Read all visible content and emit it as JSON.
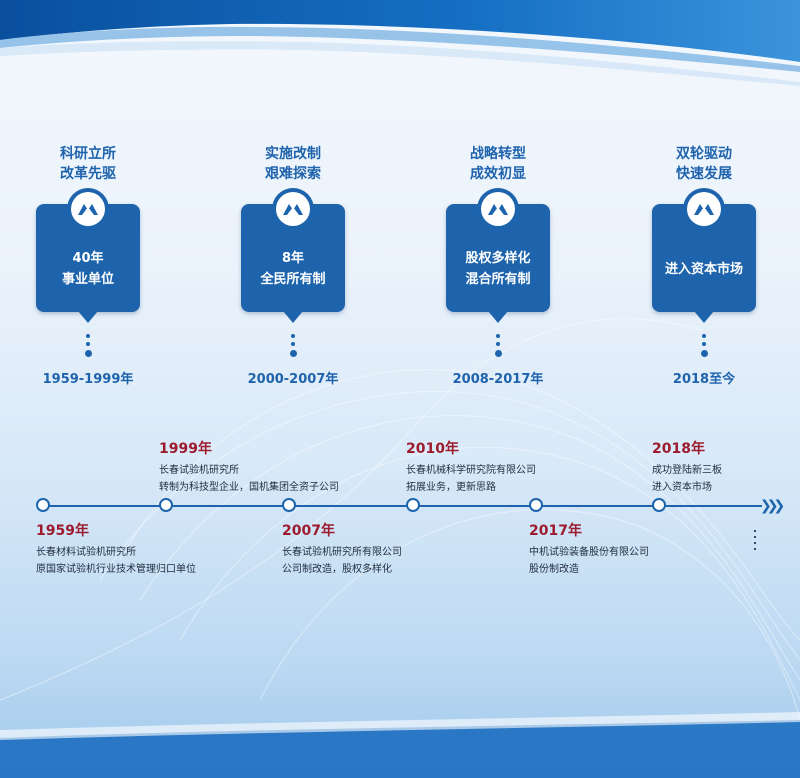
{
  "stages": [
    {
      "title1": "科研立所",
      "title2": "改革先驱",
      "line1": "40年",
      "line2": "事业单位",
      "years": "1959-1999年"
    },
    {
      "title1": "实施改制",
      "title2": "艰难探索",
      "line1": "8年",
      "line2": "全民所有制",
      "years": "2000-2007年"
    },
    {
      "title1": "战略转型",
      "title2": "成效初显",
      "line1": "股权多样化",
      "line2": "混合所有制",
      "years": "2008-2017年"
    },
    {
      "title1": "双轮驱动",
      "title2": "快速发展",
      "line1": "进入资本市场",
      "line2": "",
      "years": "2018至今"
    }
  ],
  "events": [
    {
      "year": "1959年",
      "line1": "长春材料试验机研究所",
      "line2": "原国家试验机行业技术管理归口单位"
    },
    {
      "year": "1999年",
      "line1": "长春试验机研究所",
      "line2": "转制为科技型企业，国机集团全资子公司"
    },
    {
      "year": "2007年",
      "line1": "长春试验机研究所有限公司",
      "line2": "公司制改造，股权多样化"
    },
    {
      "year": "2010年",
      "line1": "长春机械科学研究院有限公司",
      "line2": "拓展业务，更新思路"
    },
    {
      "year": "2017年",
      "line1": "中机试验装备股份有限公司",
      "line2": "股份制改造"
    },
    {
      "year": "2018年",
      "line1": "成功登陆新三板",
      "line2": "进入资本市场"
    }
  ],
  "colors": {
    "primary": "#1d64ad",
    "year_red": "#9c1c2e"
  },
  "icons": {
    "badge": "company-logo-icon",
    "end": "double-chevron-right-icon"
  }
}
